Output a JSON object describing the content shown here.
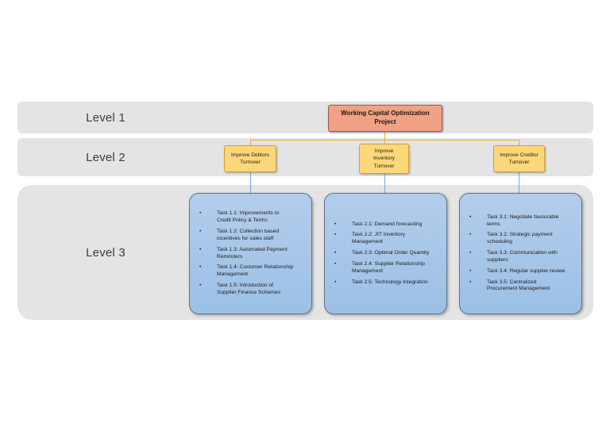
{
  "levels": [
    {
      "label": "Level 1"
    },
    {
      "label": "Level 2"
    },
    {
      "label": "Level 3"
    }
  ],
  "root": {
    "label": "Working Capital Optimization\nProject"
  },
  "branches": [
    {
      "label": "Improve Debtors\nTurnover",
      "tasks": [
        "Task 1.1: Improvements to\nCredit Policy & Terms",
        "Task 1.2: Collection based\nincentives for sales staff",
        "Task 1.3: Automated Payment\nReminders",
        "Task 1.4: Customer Relationship\nManagement",
        "Task 1.5: Introduction of\nSupplier Finance Schemes"
      ]
    },
    {
      "label": "Improve\nInventory\nTurnover",
      "tasks": [
        "Task 2.1: Demand forecasting",
        "Task 2.2: JIT Inventory\nManagement",
        "Task 2.3: Optimal Order Quantity",
        "Task 2.4: Supplier Relationship\nManagement",
        "Task 2.5: Technology Integration"
      ]
    },
    {
      "label": "Improve Creditor\nTurnover",
      "tasks": [
        "Task 3.1: Negotiate favourable\nterms",
        "Task 3.2: Strategic payment\nscheduling",
        "Task 3.3: Communication with\nsuppliers",
        "Task 3.4: Regular supplier review",
        "Task 3.5: Centralized\nProcurement Management"
      ]
    }
  ],
  "bullet_glyph": "•",
  "colors": {
    "band": "#e4e4e4",
    "root_fill": "#f1a185",
    "root_border": "#8f5f52",
    "branch_fill": "#fcd77b",
    "branch_border": "#d9a02f",
    "task_fill_top": "#b3cdec",
    "task_fill_bottom": "#9cc0e6",
    "task_border": "#5f7386",
    "connector_level2": "#ecab30",
    "connector_level3": "#70a8dc"
  }
}
